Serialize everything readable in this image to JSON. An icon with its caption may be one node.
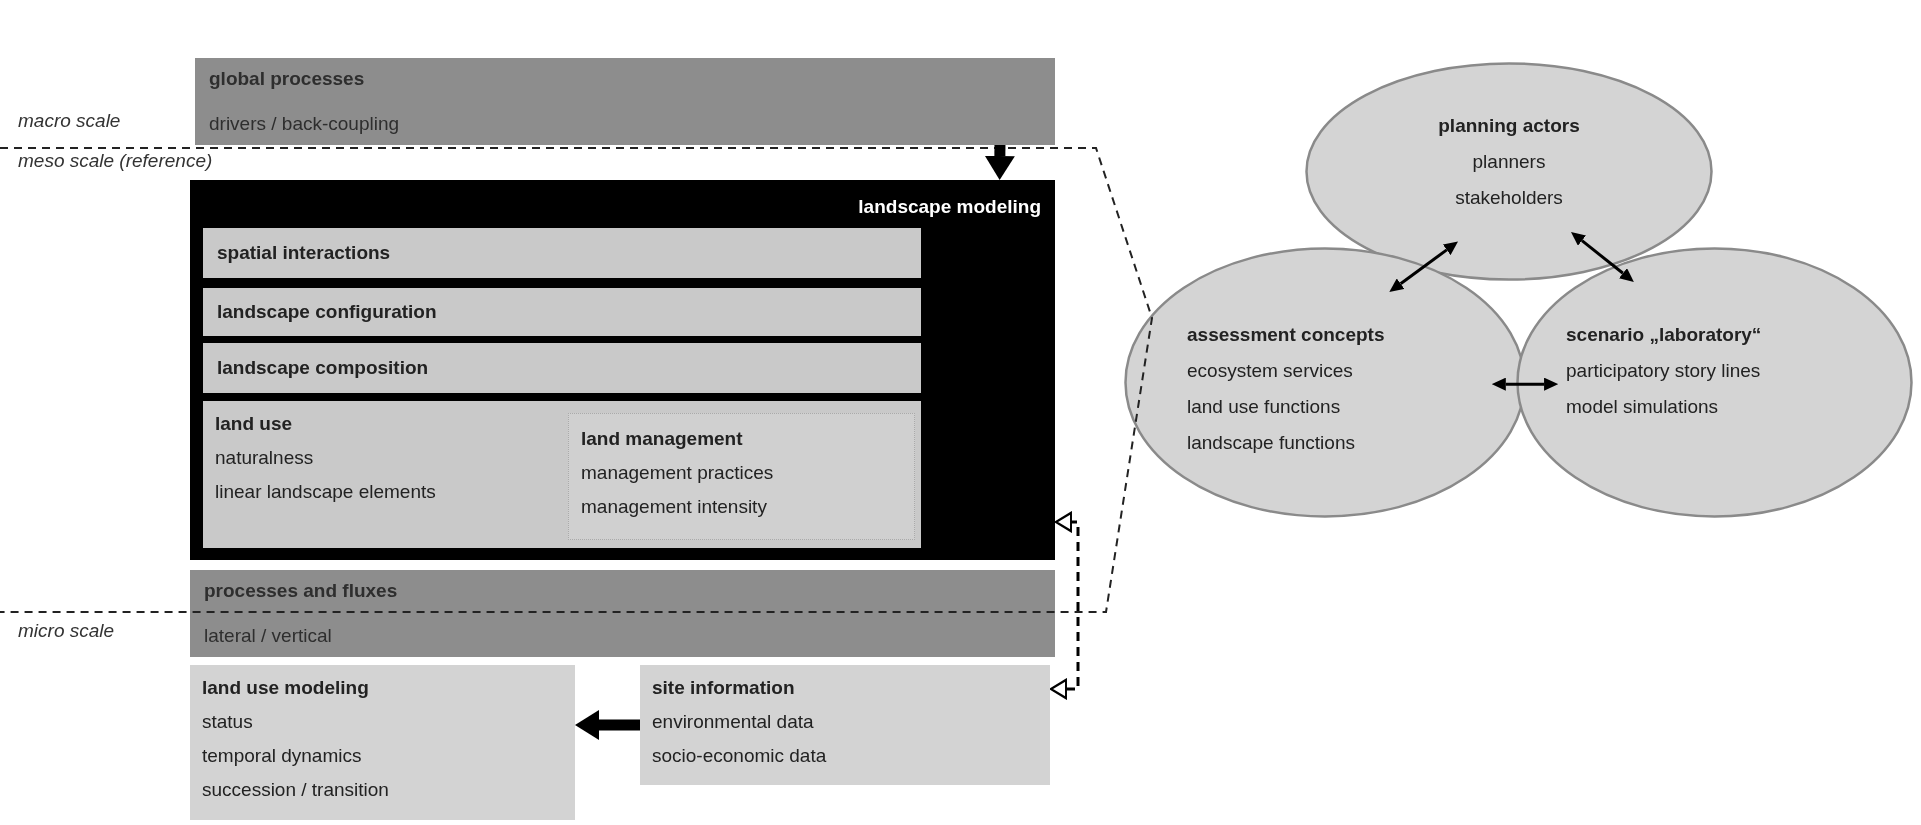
{
  "diagram": {
    "nodes": [
      {
        "text": [
          "global processes",
          "drivers / back-coupling"
        ]
      },
      {
        "text": [
          "landscape modeling"
        ]
      },
      {
        "text": [
          "spatial interactions"
        ],
        "in": 1
      },
      {
        "text": [
          "landscape configuration"
        ],
        "in": 1
      },
      {
        "text": [
          "landscape composition"
        ],
        "in": 1
      },
      {
        "text": [
          "land use",
          "naturalness",
          "linear landscape elements"
        ],
        "in": 1
      },
      {
        "text": [
          "land management",
          "management practices",
          "management intensity"
        ],
        "in": 5
      },
      {
        "text": [
          "processes and fluxes",
          "lateral / vertical"
        ]
      },
      {
        "text": [
          "land use modeling",
          "status",
          "temporal dynamics",
          "succession / transition"
        ]
      },
      {
        "text": [
          "site information",
          "environmental data",
          "socio-economic data"
        ]
      },
      {
        "text": [
          "planning actors",
          "planners",
          "stakeholders"
        ]
      },
      {
        "text": [
          "assessment concepts",
          "ecosystem services",
          "land use functions",
          "landscape functions"
        ]
      },
      {
        "text": [
          "scenario „laboratory“",
          "participatory story lines",
          "model simulations"
        ]
      }
    ],
    "edges": [
      {
        "from": 0,
        "to": 1,
        "arrow": "to",
        "style": "thick"
      },
      {
        "from": 9,
        "to": 1,
        "arrow": "both",
        "style": "dashed"
      },
      {
        "from": 9,
        "to": 8,
        "arrow": "to",
        "style": "thick"
      },
      {
        "from": 10,
        "to": 11,
        "arrow": "both"
      },
      {
        "from": 10,
        "to": 12,
        "arrow": "both"
      },
      {
        "from": 11,
        "to": 12,
        "arrow": "both"
      }
    ],
    "labels": [
      "macro scale",
      "meso scale (reference)",
      "micro scale"
    ]
  }
}
